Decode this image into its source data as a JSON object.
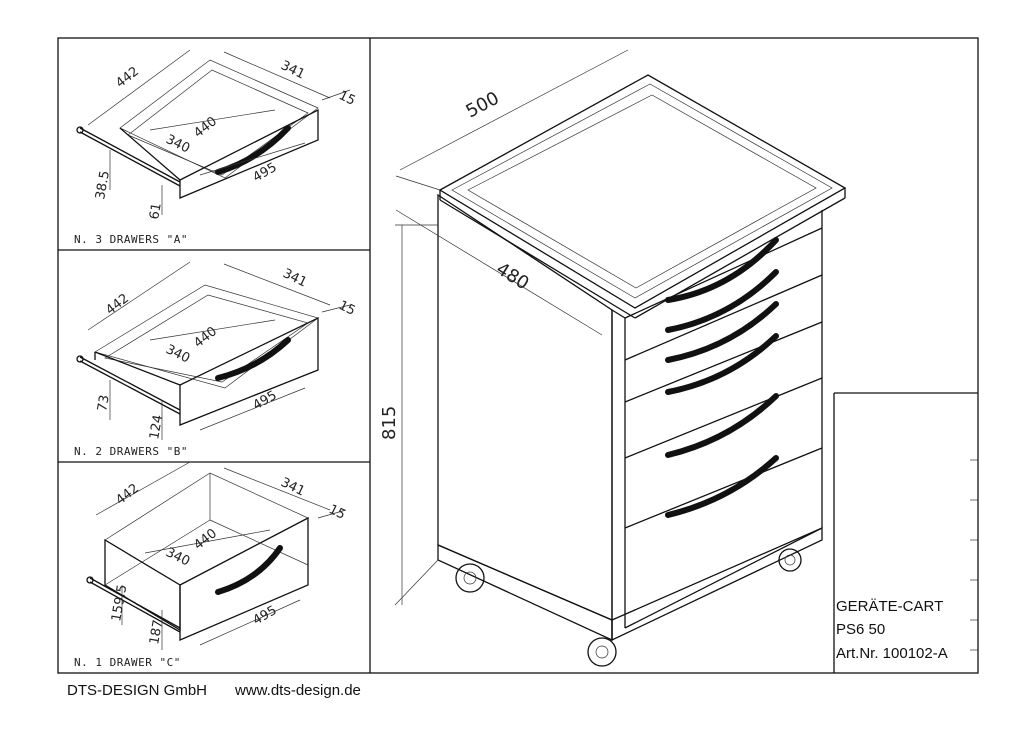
{
  "title_block": {
    "product": "GERÄTE-CART",
    "model": "PS6 50",
    "article": "Art.Nr. 100102-A"
  },
  "footer": {
    "company": "DTS-DESIGN GmbH",
    "website": "www.dts-design.de"
  },
  "main_view": {
    "dims": {
      "width": "500",
      "depth": "480",
      "height": "815"
    }
  },
  "panels": [
    {
      "label": "N. 3 DRAWERS \"A\"",
      "dims": [
        "442",
        "341",
        "15",
        "340",
        "440",
        "495",
        "38.5",
        "61"
      ]
    },
    {
      "label": "N. 2 DRAWERS \"B\"",
      "dims": [
        "442",
        "341",
        "15",
        "340",
        "440",
        "495",
        "73",
        "124"
      ]
    },
    {
      "label": "N. 1 DRAWER \"C\"",
      "dims": [
        "442",
        "341",
        "15",
        "340",
        "440",
        "495",
        "159.5",
        "187"
      ]
    }
  ]
}
